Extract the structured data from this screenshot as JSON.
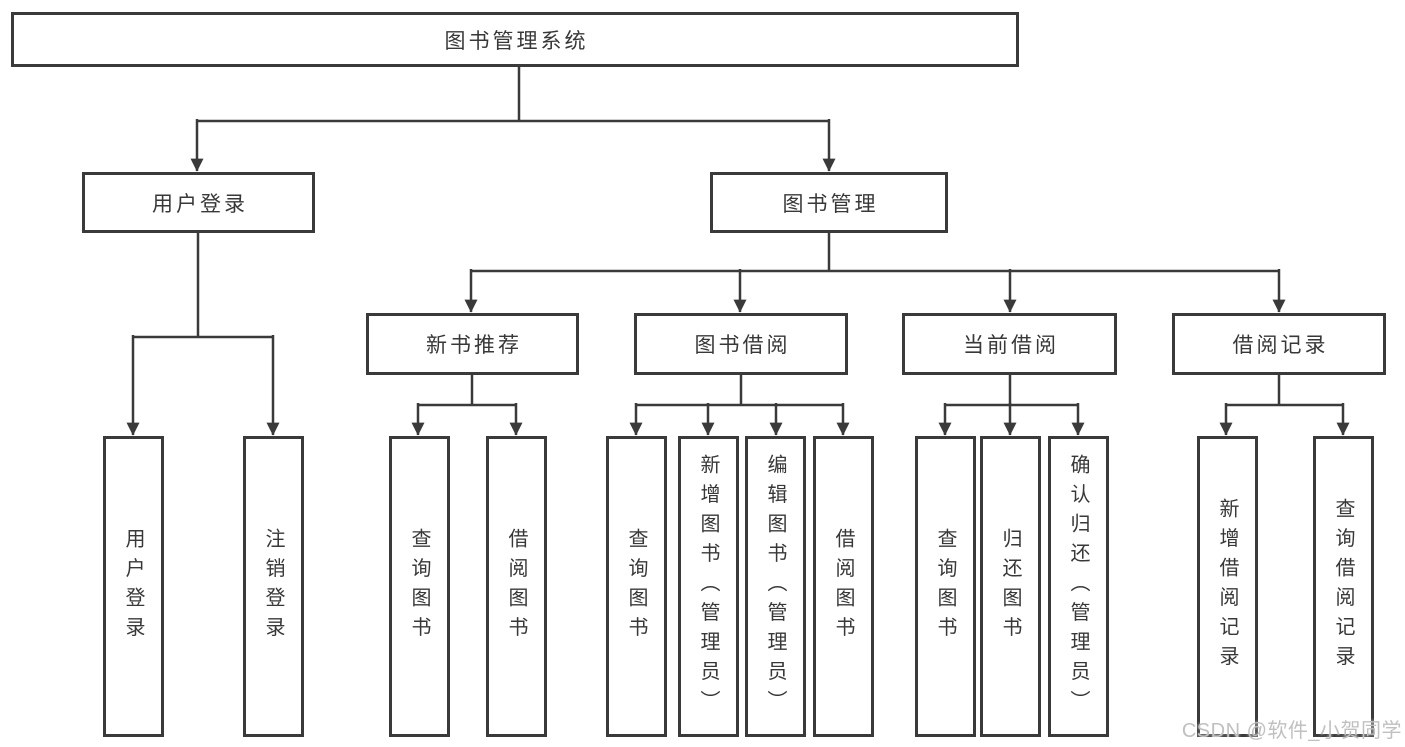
{
  "tree": {
    "label": "图书管理系统",
    "children": [
      {
        "label": "用户登录",
        "children": [
          {
            "label": "用户登录"
          },
          {
            "label": "注销登录"
          }
        ]
      },
      {
        "label": "图书管理",
        "children": [
          {
            "label": "新书推荐",
            "children": [
              {
                "label": "查询图书"
              },
              {
                "label": "借阅图书"
              }
            ]
          },
          {
            "label": "图书借阅",
            "children": [
              {
                "label": "查询图书"
              },
              {
                "label": "新增图书（管理员）"
              },
              {
                "label": "编辑图书（管理员）"
              },
              {
                "label": "借阅图书"
              }
            ]
          },
          {
            "label": "当前借阅",
            "children": [
              {
                "label": "查询图书"
              },
              {
                "label": "归还图书"
              },
              {
                "label": "确认归还（管理员）"
              }
            ]
          },
          {
            "label": "借阅记录",
            "children": [
              {
                "label": "新增借阅记录"
              },
              {
                "label": "查询借阅记录"
              }
            ]
          }
        ]
      }
    ]
  },
  "watermark": {
    "text": "CSDN @软件_小贺同学"
  },
  "colors": {
    "line": "#3a3a3a",
    "text": "#383838",
    "watermark": "#c0c0c0",
    "background": "#ffffff"
  }
}
